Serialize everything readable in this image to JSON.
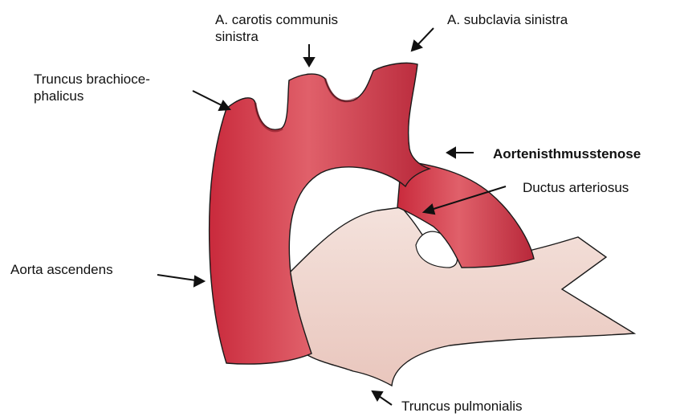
{
  "colors": {
    "aorta_red": "#d9434f",
    "aorta_dark": "#a8202e",
    "pulmonary_pink": "#f1d7cf",
    "outline": "#1a1a1a",
    "arrow": "#111111",
    "text": "#111111"
  },
  "labels": {
    "carotis": {
      "line1": "A. carotis communis",
      "line2": "sinistra"
    },
    "subclavia": "A. subclavia sinistra",
    "brachiocephalicus": {
      "line1": "Truncus brachioce-",
      "line2": "phalicus"
    },
    "isthmusstenose": "Aortenisthmusstenose",
    "ductus": "Ductus arteriosus",
    "aorta_ascendens": "Aorta ascendens",
    "pulmonalis": "Truncus pulmonialis"
  }
}
